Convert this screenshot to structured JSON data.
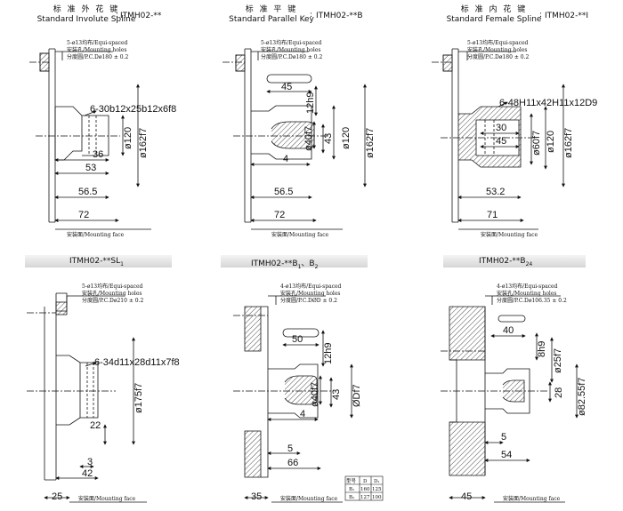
{
  "panels": [
    {
      "title_cn": "标 准 外 花 键",
      "title_en": "Standard Involute Spline",
      "model": "ITMH02-**",
      "notes": [
        "5-ø13均布/Equi-spaced",
        "安装孔/Mounting holes",
        "分度圆/P.C.Dø180 ± 0.2"
      ],
      "spec": "6-30b12x25b12x6f8",
      "dims": [
        "36",
        "53",
        "56.5",
        "72",
        "ø120",
        "ø162f7"
      ],
      "mount": "安装面/Mounting face"
    },
    {
      "title_cn": "标 准 平 键",
      "title_en": "Standard  Parallel Key",
      "model": "ITMH02-**B",
      "notes": [
        "5-ø13均布/Equi-spaced",
        "安装孔/Mounting holes",
        "分度圆/P.C.Dø180 ± 0.2"
      ],
      "dims": [
        "45",
        "12h9",
        "ø40f7",
        "43",
        "ø120",
        "ø162f7",
        "4",
        "56.5",
        "72"
      ],
      "mount": "安装面/Mounting face"
    },
    {
      "title_cn": "标 准 内 花 键",
      "title_en": "Standard Female Spline",
      "model": "ITMH02-**I",
      "notes": [
        "5-ø13均布/Equi-spaced",
        "安装孔/Mounting holes",
        "分度圆/P.C.Dø180 ± 0.2"
      ],
      "spec": "6-48H11x42H11x12D9",
      "dims": [
        "30",
        "45",
        "ø60f7",
        "ø120",
        "ø162f7",
        "53.2",
        "71"
      ],
      "mount": "安装面/Mounting face"
    },
    {
      "title": "ITMH02-**SL",
      "title_sub": "1",
      "notes": [
        "5-ø13均布/Equi-spaced",
        "安装孔/Mounting holes",
        "分度圆/P.C.Dø210 ± 0.2"
      ],
      "spec": "6-34d11x28d11x7f8",
      "dims": [
        "ø175f7",
        "22",
        "3",
        "42",
        "25"
      ],
      "mount": "安装面/Mounting face"
    },
    {
      "title": "ITMH02-**B",
      "title_sub1": "1",
      "title_mid": "、B",
      "title_sub2": "2",
      "notes": [
        "4-ø13均布/Equi-spaced",
        "安装孔/Mounting holes",
        "分度圆/P.C.DØD ± 0.2"
      ],
      "dims": [
        "50",
        "12h9",
        "ø40f7",
        "43",
        "ØDf7",
        "4",
        "5",
        "66",
        "35"
      ],
      "table": {
        "headers": [
          "型号",
          "D",
          "D₁"
        ],
        "rows": [
          [
            "B₁",
            "160",
            "125"
          ],
          [
            "B₂",
            "127",
            "100"
          ]
        ]
      },
      "mount": "安装面/Mounting face"
    },
    {
      "title": "ITMH02-**B",
      "title_sub": "24",
      "notes": [
        "4-ø13均布/Equi-spaced",
        "安装孔/Mounting holes",
        "分度圆/P.C.Dø106.35 ± 0.2"
      ],
      "dims": [
        "40",
        "8h9",
        "ø25f7",
        "28",
        "ø82.55f7",
        "5",
        "54",
        "45"
      ],
      "mount": "安装面/Mounting face"
    }
  ]
}
